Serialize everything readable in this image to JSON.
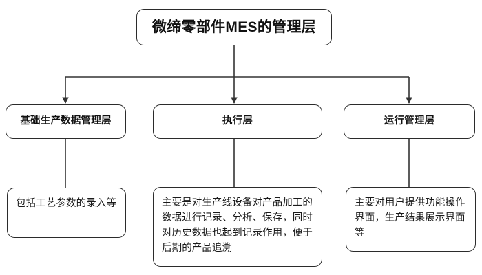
{
  "diagram": {
    "type": "hierarchy-tree",
    "title_node": {
      "id": "title",
      "text": "微缔零部件MES的管理层"
    },
    "layers": [
      {
        "id": "layer-1",
        "text": "基础生产数据管理层"
      },
      {
        "id": "layer-2",
        "text": "执行层"
      },
      {
        "id": "layer-3",
        "text": "运行管理层"
      }
    ],
    "descriptions": [
      {
        "id": "desc-1",
        "text": "包括工艺参数的录入等"
      },
      {
        "id": "desc-2",
        "text": "主要是对生产线设备对产品加工的数据进行记录、分析、保存，同时对历史数据也起到记录作用，便于后期的产品追溯"
      },
      {
        "id": "desc-3",
        "text": "主要对用户提供功能操作界面，生产结果展示界面等"
      }
    ],
    "style": {
      "background": "#ffffff",
      "border_color": "#2b2b2b",
      "connector_color": "#333333",
      "text_color": "#111111"
    }
  }
}
